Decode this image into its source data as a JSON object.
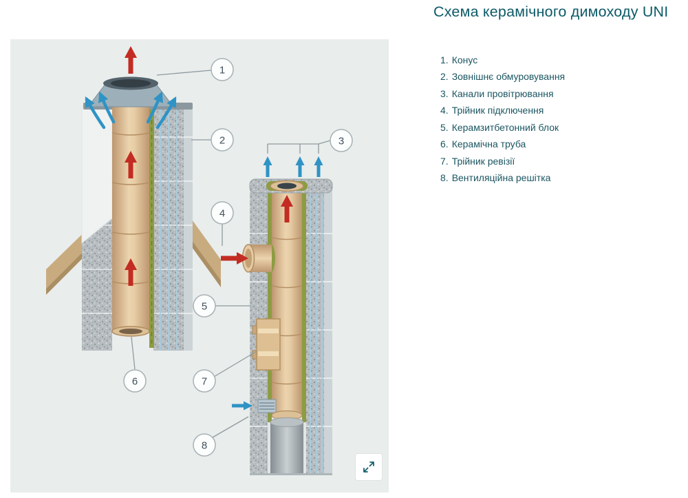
{
  "title": "Схема керамічного димоходу UNI",
  "legend": {
    "items": [
      {
        "num": "1.",
        "label": "Конус"
      },
      {
        "num": "2.",
        "label": "Зовнішнє обмуровування"
      },
      {
        "num": "3.",
        "label": "Канали провітрювання"
      },
      {
        "num": "4.",
        "label": "Трійник підключення"
      },
      {
        "num": "5.",
        "label": "Керамзитбетонний блок"
      },
      {
        "num": "6.",
        "label": "Керамічна труба"
      },
      {
        "num": "7.",
        "label": "Трійник ревізії"
      },
      {
        "num": "8.",
        "label": "Вентиляційна решітка"
      }
    ]
  },
  "diagram": {
    "callouts": [
      "1",
      "2",
      "3",
      "4",
      "5",
      "6",
      "7",
      "8"
    ]
  },
  "colors": {
    "accent_teal": "#0d5a68",
    "flue_red": "#c32c22",
    "air_blue": "#2f93c5",
    "panel_bg": "#e9edec",
    "ceramic_tan": "#e0c49a",
    "insulation_green": "#8d9c42",
    "block_gray": "#b7bdc0",
    "roof_tan": "#c8ab7f"
  }
}
